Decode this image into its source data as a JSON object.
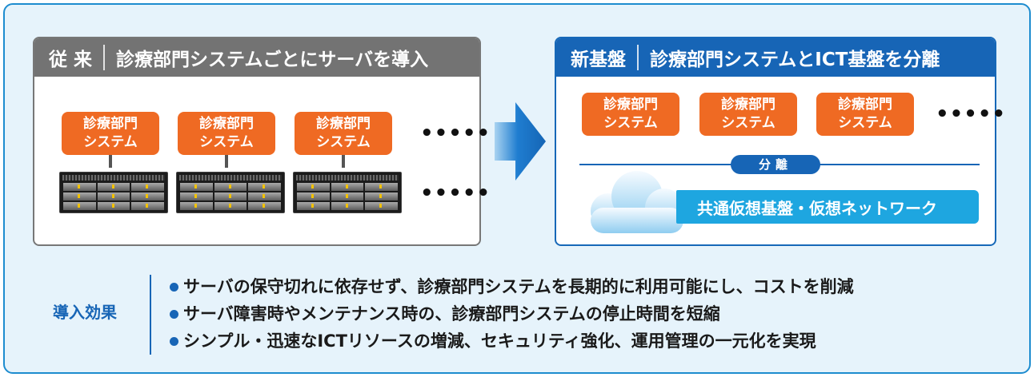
{
  "legacy": {
    "kicker": "従 来",
    "description": "診療部門システムごとにサーバを導入",
    "system_line1": "診療部門",
    "system_line2": "システム",
    "ellipsis": "•••••"
  },
  "new_platform": {
    "kicker": "新基盤",
    "description": "診療部門システムとICT基盤を分離",
    "system_line1": "診療部門",
    "system_line2": "システム",
    "ellipsis": "•••••",
    "separation_label": "分離",
    "infrastructure_label": "共通仮想基盤・仮想ネットワーク"
  },
  "effects": {
    "label": "導入効果",
    "items": [
      "サーバの保守切れに依存せず、診療部門システムを長期的に利用可能にし、コストを削減",
      "サーバ障害時やメンテナンス時の、診療部門システムの停止時間を短縮",
      "シンプル・迅速なICTリソースの増減、セキュリティ強化、運用管理の一元化を実現"
    ]
  },
  "colors": {
    "frame": "#1d8ccf",
    "background": "#e6f3fb",
    "legacy_header": "#737373",
    "new_header": "#1765b6",
    "system_box": "#ef6a23",
    "cloud_bar": "#1ea6e0"
  }
}
